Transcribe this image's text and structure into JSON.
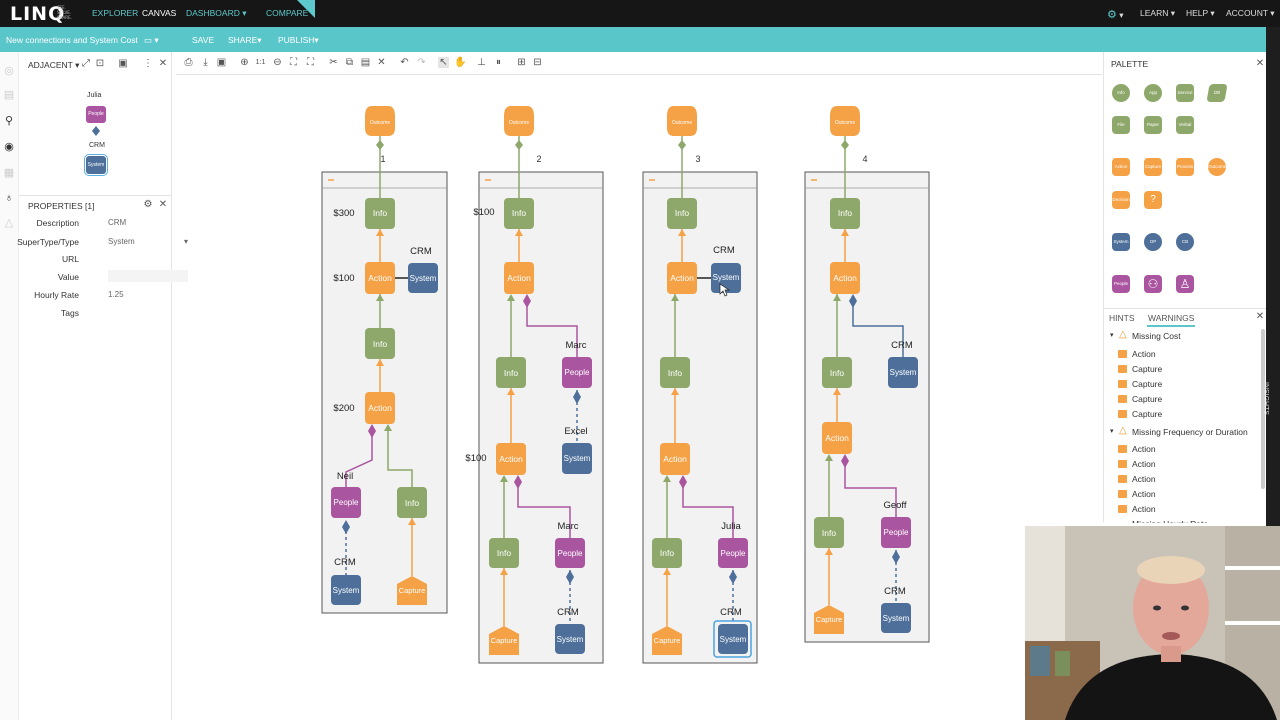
{
  "app": {
    "logo": "LINQ",
    "tagline": "SEE. SOLVE. SHARE.",
    "nav": [
      "EXPLORER",
      "CANVAS",
      "DASHBOARD",
      "COMPARE"
    ],
    "nav_active": "CANVAS",
    "right_nav": [
      "LEARN",
      "HELP",
      "ACCOUNT"
    ]
  },
  "subbar": {
    "document_title": "New connections and System Cost",
    "actions": [
      "SAVE",
      "SHARE",
      "PUBLISH"
    ]
  },
  "adjacent_panel": {
    "title": "ADJACENT",
    "nodes": [
      {
        "label": "Julia",
        "text": "People",
        "type": "people"
      },
      {
        "label": "CRM",
        "text": "System",
        "type": "system"
      }
    ]
  },
  "properties": {
    "title": "PROPERTIES [1]",
    "rows": [
      {
        "label": "Description",
        "value": "CRM"
      },
      {
        "label": "SuperType/Type",
        "value": "System"
      },
      {
        "label": "URL",
        "value": ""
      },
      {
        "label": "Value",
        "value": ""
      },
      {
        "label": "Hourly Rate",
        "value": "1.25"
      },
      {
        "label": "Tags",
        "value": ""
      }
    ]
  },
  "palette": {
    "title": "PALETTE",
    "groups": [
      [
        "Info",
        "App",
        "Service",
        "DB",
        "File",
        "Paper",
        "Verbal"
      ],
      [
        "Action",
        "Capture",
        "Process",
        "Outcome",
        "Decision",
        "?"
      ],
      [
        "System",
        "OP",
        "CB"
      ],
      [
        "People",
        "Group",
        "Person"
      ]
    ]
  },
  "hints": {
    "tabs": [
      "HINTS",
      "WARNINGS"
    ],
    "active_tab": "WARNINGS",
    "sections": [
      {
        "title": "Missing Cost",
        "items": [
          "Action",
          "Capture",
          "Capture",
          "Capture",
          "Capture"
        ]
      },
      {
        "title": "Missing Frequency or Duration",
        "items": [
          "Action",
          "Action",
          "Action",
          "Action",
          "Action"
        ]
      },
      {
        "title": "Missing Hourly Rate",
        "items": []
      }
    ]
  },
  "insights_label": "INSIGHTS",
  "canvas": {
    "columns": [
      "1",
      "2",
      "3",
      "4"
    ],
    "node_text": {
      "outcome": "Outcome",
      "info": "Info",
      "action": "Action",
      "system": "System",
      "people": "People",
      "capture": "Capture"
    },
    "costs": {
      "c1_info": "$300",
      "c1_action": "$100",
      "c1_action2": "$200",
      "c2_info": "$100",
      "c2_action2": "$100"
    },
    "names": {
      "c1_crm_top": "CRM",
      "c1_neil": "Neil",
      "c1_crm_bottom": "CRM",
      "c2_marc_top": "Marc",
      "c2_excel": "Excel",
      "c2_marc_bottom": "Marc",
      "c2_crm": "CRM",
      "c3_crm_top": "CRM",
      "c3_julia": "Julia",
      "c3_crm_bottom": "CRM",
      "c4_crm_top": "CRM",
      "c4_geoff": "Geoff",
      "c4_crm_bottom": "CRM"
    }
  },
  "colors": {
    "accent": "#59c6ca",
    "info": "#8da86a",
    "action": "#f5a145",
    "system": "#4d6f99",
    "people": "#a9559f",
    "topbar": "#161616"
  }
}
